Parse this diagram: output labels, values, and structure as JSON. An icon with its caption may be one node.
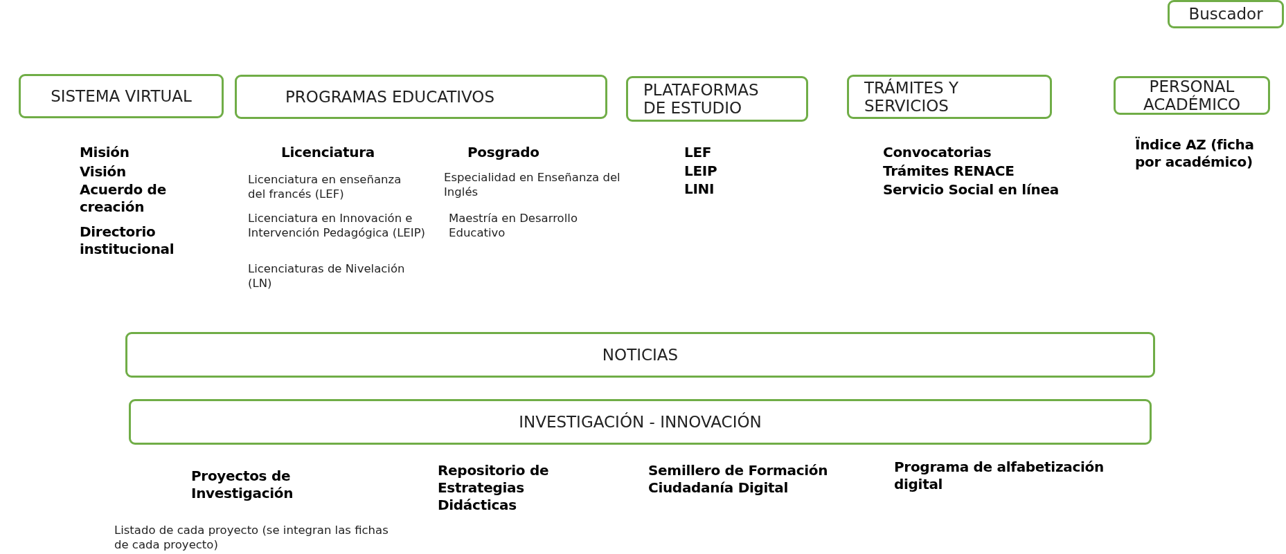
{
  "diagram": {
    "nodes": [
      {
        "text": [
          "Buscador"
        ]
      },
      {
        "text": [
          "SISTEMA VIRTUAL"
        ]
      },
      {
        "text": [
          "PROGRAMAS EDUCATIVOS"
        ]
      },
      {
        "text": [
          "PLATAFORMAS DE ESTUDIO"
        ]
      },
      {
        "text": [
          "TRÁMITES Y SERVICIOS"
        ]
      },
      {
        "text": [
          "PERSONAL ACADÉMICO"
        ]
      },
      {
        "text": [
          "NOTICIAS"
        ]
      },
      {
        "text": [
          "INVESTIGACIÓN - INNOVACIÓN"
        ]
      }
    ],
    "edges": [],
    "labels": [
      "Misión",
      "Visión",
      "Acuerdo de creación",
      "Directorio institucional",
      "Licenciatura",
      "Licenciatura en enseñanza del francés (LEF)",
      "Licenciatura en Innovación e Intervención Pedagógica (LEIP)",
      "Licenciaturas de Nivelación (LN)",
      "Posgrado",
      "Especialidad en Enseñanza del Inglés",
      "Maestría en Desarrollo Educativo",
      "LEF",
      "LEIP",
      "LINI",
      "Convocatorias",
      "Trámites RENACE",
      "Servicio Social en línea",
      "Ïndice AZ (ficha por académico)",
      "Proyectos de Investigación",
      "Repositorio de Estrategias Didácticas",
      "Semillero de Formación Ciudadanía Digital",
      "Programa de alfabetización digital",
      "Listado de cada proyecto (se integran las fichas de cada proyecto)"
    ]
  }
}
